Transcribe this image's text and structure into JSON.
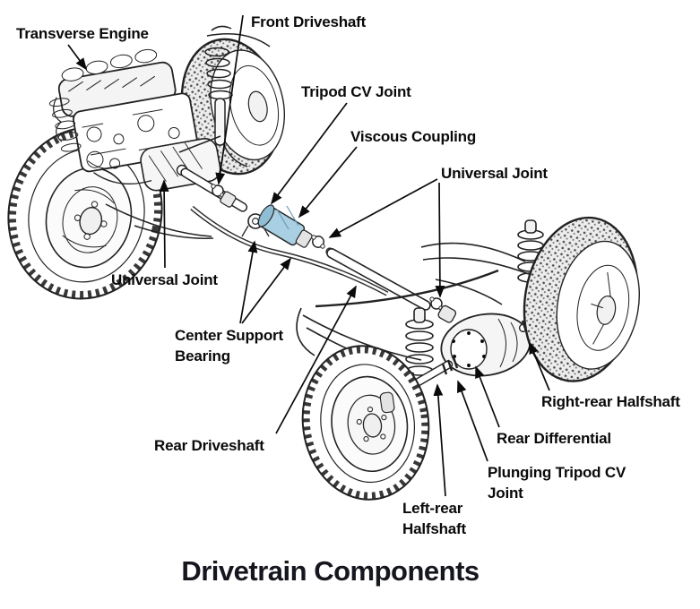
{
  "title": "Drivetrain Components",
  "diagram": {
    "type": "labeled-diagram",
    "subject": "all-wheel-drive car drivetrain cutaway line illustration",
    "highlight_color": "#a9cfe3",
    "line_color": "#111111",
    "text_color": "#0a0a0a",
    "labels": [
      {
        "id": "transverse-engine",
        "text": "Transverse Engine"
      },
      {
        "id": "front-driveshaft",
        "text": "Front Driveshaft"
      },
      {
        "id": "tripod-cv-joint",
        "text": "Tripod CV Joint"
      },
      {
        "id": "viscous-coupling",
        "text": "Viscous Coupling"
      },
      {
        "id": "universal-joint-rear",
        "text": "Universal Joint"
      },
      {
        "id": "universal-joint-front",
        "text": "Universal Joint"
      },
      {
        "id": "center-support-bearing",
        "text": "Center Support Bearing"
      },
      {
        "id": "rear-driveshaft",
        "text": "Rear Driveshaft"
      },
      {
        "id": "right-rear-halfshaft",
        "text": "Right-rear Halfshaft"
      },
      {
        "id": "rear-differential",
        "text": "Rear Differential"
      },
      {
        "id": "plunging-tripod-cv-joint",
        "text": "Plunging Tripod CV Joint"
      },
      {
        "id": "left-rear-halfshaft",
        "text": "Left-rear Halfshaft"
      }
    ]
  }
}
